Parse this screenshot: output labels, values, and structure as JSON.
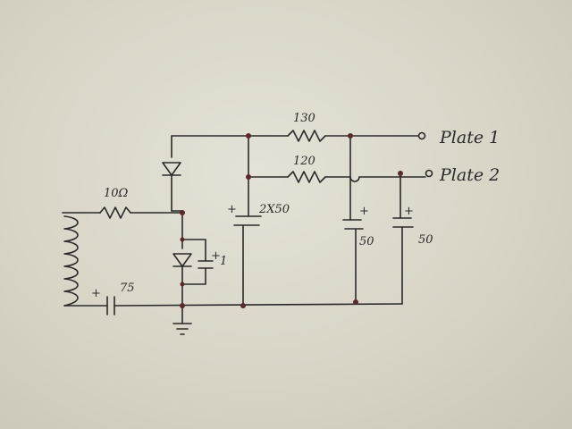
{
  "schematic": {
    "labels": {
      "r_130": "130",
      "r_120": "120",
      "r_10": "10Ω",
      "c_2x50": "2X50",
      "c_50_a": "50",
      "c_50_b": "50",
      "c_75": "75",
      "c_1": "1",
      "plus": "+",
      "plate1": "Plate 1",
      "plate2": "Plate 2"
    },
    "colors": {
      "ink": "#2b2a28",
      "paper": "#e4e2d6",
      "junction": "#5a2a2a"
    }
  }
}
